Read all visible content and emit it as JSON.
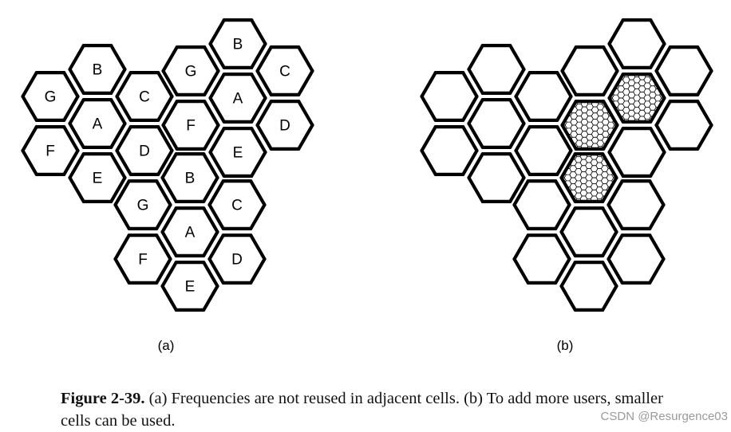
{
  "diagram": {
    "cluster_a_labels": [
      "A",
      "B",
      "C",
      "D",
      "E",
      "F",
      "G"
    ],
    "panel_a_label": "(a)",
    "panel_b_label": "(b)"
  },
  "caption": {
    "figure_label": "Figure 2-39.",
    "text": " (a) Frequencies are not reused in adjacent cells. (b) To add more users, smaller cells can be used."
  },
  "watermark": "CSDN @Resurgence03",
  "colors": {
    "line": "#000000",
    "background": "#ffffff"
  }
}
